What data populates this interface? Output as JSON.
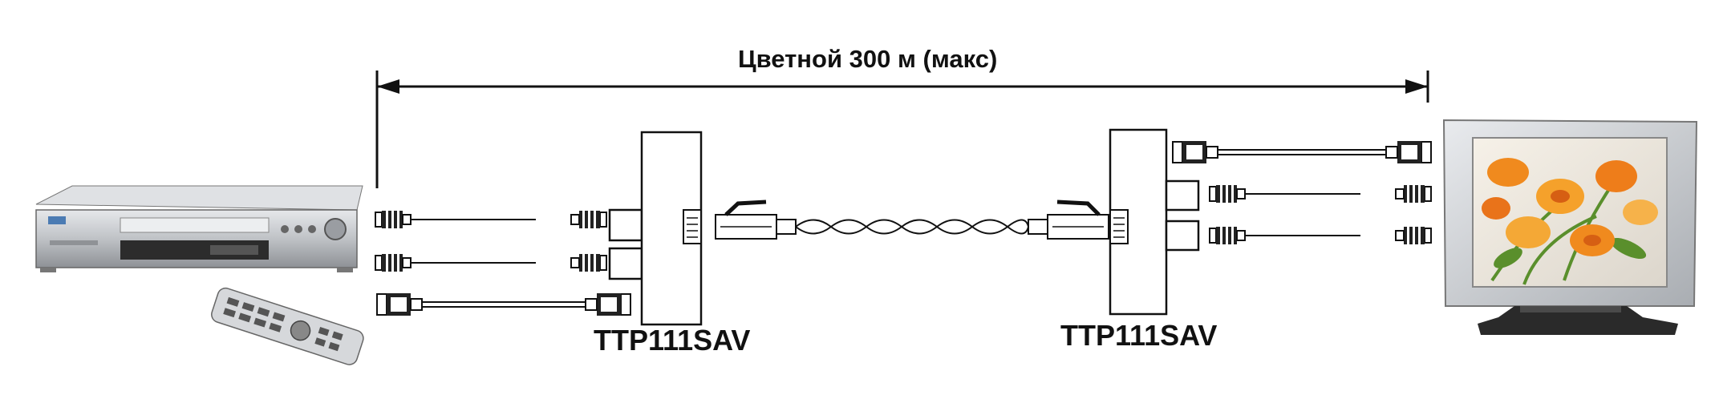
{
  "diagram": {
    "distance_label": "Цветной 300 м (макс)",
    "transmitter_label": "TTP111SAV",
    "receiver_label": "TTP111SAV"
  },
  "devices": {
    "source": "dvd-player",
    "remote": "remote-control",
    "display": "tv-monitor"
  },
  "colors": {
    "line": "#111111",
    "box_fill": "#ffffff",
    "device_silver": "#c9cbcf",
    "tv_frame": "#cfd2d6",
    "tv_stand": "#2a2a2a",
    "flower_orange": "#f08a1e",
    "leaf_green": "#5a8f2c"
  }
}
